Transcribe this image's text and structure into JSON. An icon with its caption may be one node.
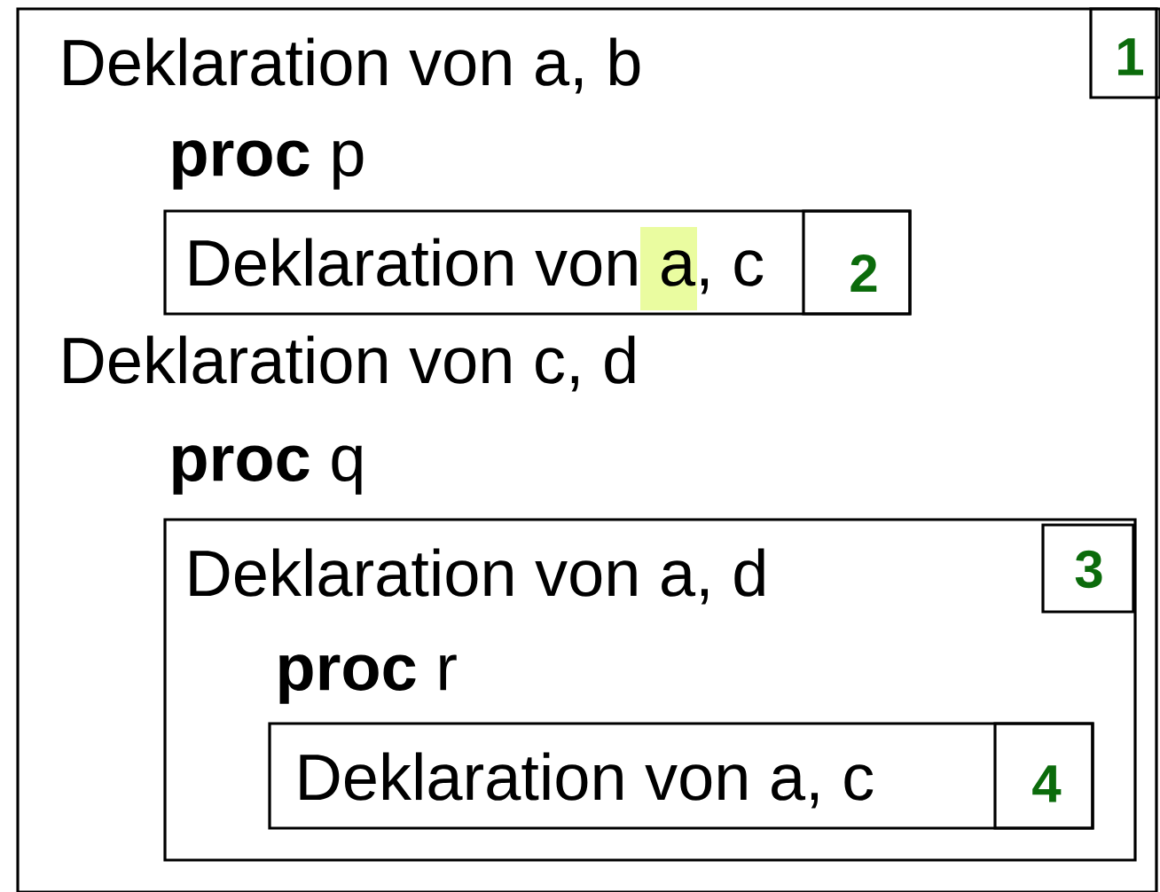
{
  "diagram": {
    "nodes": [
      {
        "text": [
          "Deklaration von a, b",
          "Deklaration von c, d"
        ]
      },
      {
        "text": [
          "1"
        ],
        "in": 0
      },
      {
        "text": [
          "**proc** p",
          "Deklaration von a, c"
        ],
        "in": 0
      },
      {
        "text": [
          "2"
        ],
        "in": 2
      },
      {
        "text": [
          "**proc** q",
          "Deklaration von a, d"
        ],
        "in": 0
      },
      {
        "text": [
          "3"
        ],
        "in": 4
      },
      {
        "text": [
          "**proc** r",
          "Deklaration von a, c"
        ],
        "in": 4
      },
      {
        "text": [
          "4"
        ],
        "in": 6
      }
    ]
  }
}
